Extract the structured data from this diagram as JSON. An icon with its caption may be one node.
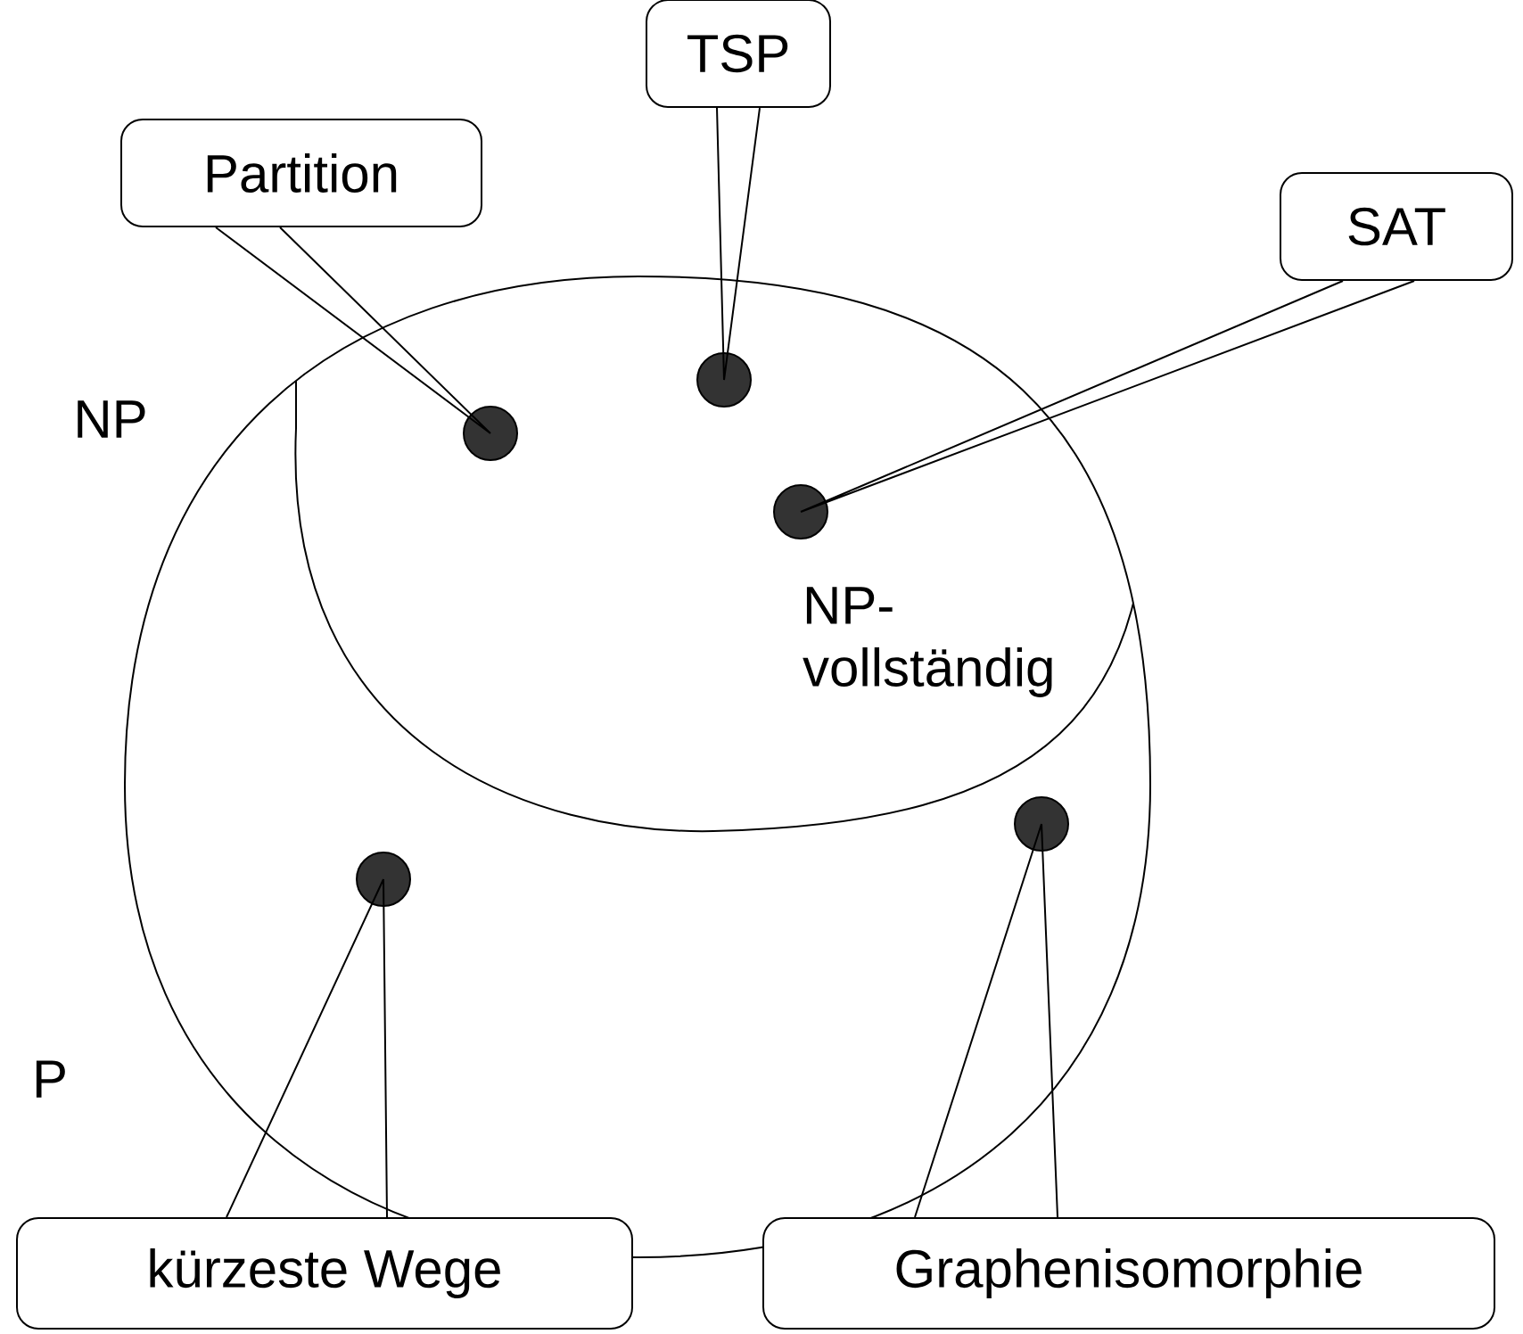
{
  "diagram": {
    "nodes": [
      {
        "text": [
          "NP"
        ]
      },
      {
        "text": [
          "NP- vollständig"
        ],
        "in": 0
      },
      {
        "text": [
          "Partition"
        ]
      },
      {
        "text": [
          "TSP"
        ]
      },
      {
        "text": [
          "SAT"
        ]
      },
      {
        "text": [
          "kürzeste Wege"
        ]
      },
      {
        "text": [
          "Graphenisomorphie"
        ]
      },
      {
        "text": [],
        "shape": "circle",
        "in": 1
      },
      {
        "text": [],
        "shape": "circle",
        "in": 1
      },
      {
        "text": [],
        "shape": "circle",
        "in": 1
      },
      {
        "text": [],
        "shape": "circle",
        "in": 0
      },
      {
        "text": [],
        "shape": "circle",
        "in": 0
      }
    ],
    "edges": [
      {
        "from": 2,
        "to": 7,
        "arrow": "none"
      },
      {
        "from": 3,
        "to": 8,
        "arrow": "none"
      },
      {
        "from": 4,
        "to": 9,
        "arrow": "none"
      },
      {
        "from": 5,
        "to": 10,
        "arrow": "none"
      },
      {
        "from": 6,
        "to": 11,
        "arrow": "none"
      }
    ],
    "labels": [
      "P"
    ]
  }
}
